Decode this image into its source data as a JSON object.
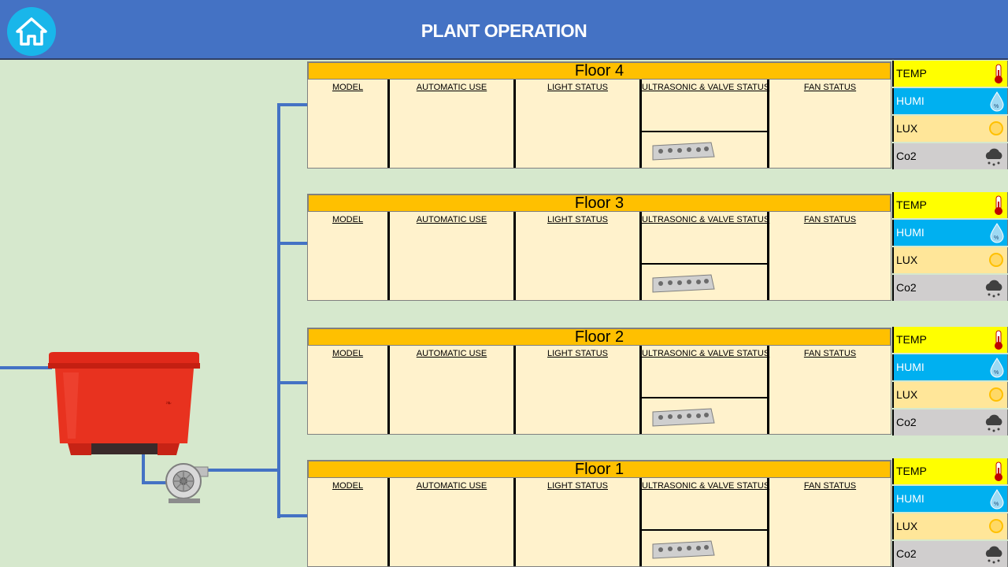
{
  "header": {
    "title": "PLANT OPERATION",
    "home_icon": "home-icon"
  },
  "columns": [
    "MODEL",
    "AUTOMATIC  USE",
    "LIGHT  STATUS",
    "ULTRASONIC & VALVE STATUS",
    "FAN STATUS"
  ],
  "floors": [
    {
      "title": "Floor 4"
    },
    {
      "title": "Floor 3"
    },
    {
      "title": "Floor 2"
    },
    {
      "title": "Floor 1"
    }
  ],
  "sensors": {
    "temp": "TEMP",
    "humi": "HUMI",
    "lux": "LUX",
    "co2": "Co2"
  },
  "colors": {
    "header": "#4472c4",
    "floor_title": "#ffc000",
    "floor_body": "#fff2cc",
    "temp": "#ffff00",
    "humi": "#00b0f0",
    "lux": "#ffe699",
    "co2": "#d0cece",
    "pipe": "#4472c4",
    "background": "#d6e8cd"
  }
}
